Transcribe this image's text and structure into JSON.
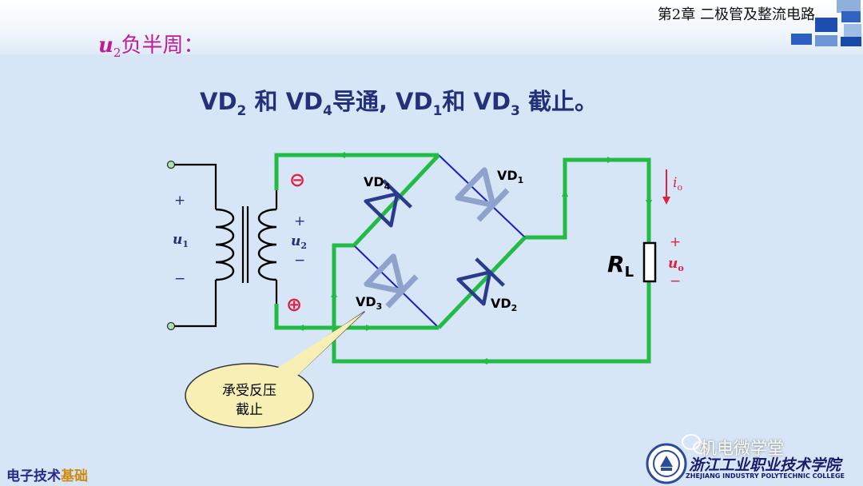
{
  "header": {
    "chapter_title": "第2章  二极管及整流电路"
  },
  "subheading": {
    "symbol": "u",
    "subscript": "2",
    "text": "负半周："
  },
  "headline": {
    "part1": "VD",
    "sub1": "2",
    "part2": " 和 VD",
    "sub2": "4",
    "part3": "导通, VD",
    "sub3": "1",
    "part4": "和 VD",
    "sub4": "3",
    "part5": " 截止。"
  },
  "diagram": {
    "vd1": "VD",
    "vd1_sub": "1",
    "vd2": "VD",
    "vd2_sub": "2",
    "vd3": "VD",
    "vd3_sub": "3",
    "vd4": "VD",
    "vd4_sub": "4",
    "minus_terminal": "⊖",
    "plus_terminal": "⊕",
    "primary_plus": "+",
    "primary_minus": "−",
    "u1": "u",
    "u1_sub": "1",
    "secondary_plus": "+",
    "secondary_minus": "−",
    "u2": "u",
    "u2_sub": "2",
    "rl": "R",
    "rl_sub": "L",
    "io": "i",
    "io_sub": "o",
    "uo": "u",
    "uo_sub": "o",
    "uo_plus": "+",
    "uo_minus": "−",
    "callout_line1": "承受反压",
    "callout_line2": "截止"
  },
  "colors": {
    "current_path": "#22bb44",
    "wire": "#000000",
    "diode_on": "#2a3a8c",
    "diode_off": "#8ea2cc",
    "bridge_line": "#1a1acc",
    "label_red": "#dd2244",
    "title_magenta": "#c01a9a",
    "headline_blue": "#24307a"
  },
  "footer": {
    "course_part1": "电子技术",
    "course_part2": "基础",
    "wechat_brand": "机电微学堂",
    "school_cn": "浙江工业职业技术学院",
    "school_en": "ZHEJIANG INDUSTRY POLYTECHNIC COLLEGE"
  }
}
